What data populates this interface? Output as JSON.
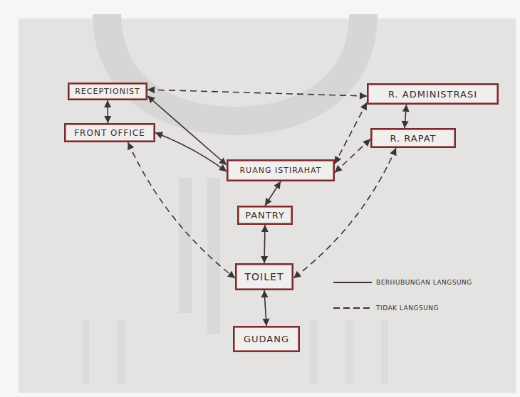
{
  "diagram": {
    "nodes": [
      {
        "text": [
          "RECEPTIONIST"
        ]
      },
      {
        "text": [
          "R. ADMINISTRASI"
        ]
      },
      {
        "text": [
          "FRONT OFFICE"
        ]
      },
      {
        "text": [
          "R. RAPAT"
        ]
      },
      {
        "text": [
          "RUANG ISTIRAHAT"
        ]
      },
      {
        "text": [
          "PANTRY"
        ]
      },
      {
        "text": [
          "TOILET"
        ]
      },
      {
        "text": [
          "GUDANG"
        ]
      }
    ],
    "edges": [
      {
        "from": 0,
        "to": 2,
        "arrow": "both"
      },
      {
        "from": 0,
        "to": 1,
        "arrow": "both"
      },
      {
        "from": 0,
        "to": 4,
        "arrow": "both"
      },
      {
        "from": 2,
        "to": 4,
        "arrow": "both"
      },
      {
        "from": 2,
        "to": 6,
        "arrow": "both"
      },
      {
        "from": 1,
        "to": 3,
        "arrow": "both"
      },
      {
        "from": 1,
        "to": 4,
        "arrow": "both"
      },
      {
        "from": 3,
        "to": 4,
        "arrow": "both"
      },
      {
        "from": 3,
        "to": 6,
        "arrow": "both"
      },
      {
        "from": 4,
        "to": 5,
        "arrow": "both"
      },
      {
        "from": 5,
        "to": 6,
        "arrow": "both"
      },
      {
        "from": 6,
        "to": 7,
        "arrow": "both"
      }
    ],
    "legend": [
      {
        "text": "BERHUBUNGAN LANGSUNG"
      },
      {
        "text": "TIDAK LANGSUNG"
      }
    ]
  }
}
